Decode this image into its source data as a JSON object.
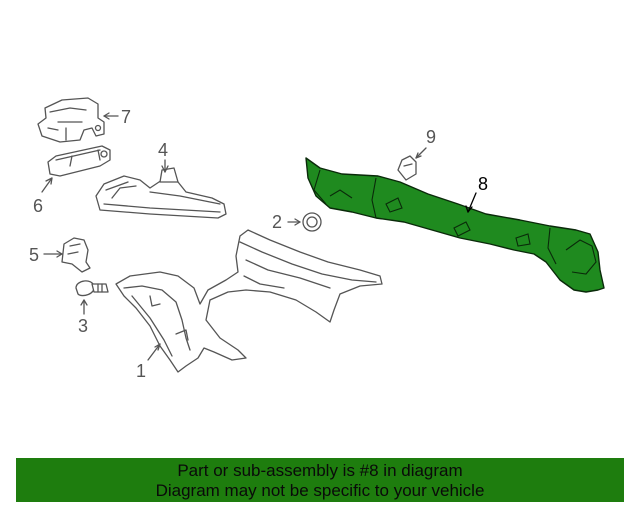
{
  "diagram": {
    "callouts": [
      "1",
      "2",
      "3",
      "4",
      "5",
      "6",
      "7",
      "8",
      "9"
    ],
    "highlighted_part": "8",
    "highlight_color": "#1f8a1f"
  },
  "banner": {
    "line1": "Part or sub-assembly is #8 in diagram",
    "line2": "Diagram may not be specific to your vehicle",
    "background": "#1e7d0e"
  }
}
